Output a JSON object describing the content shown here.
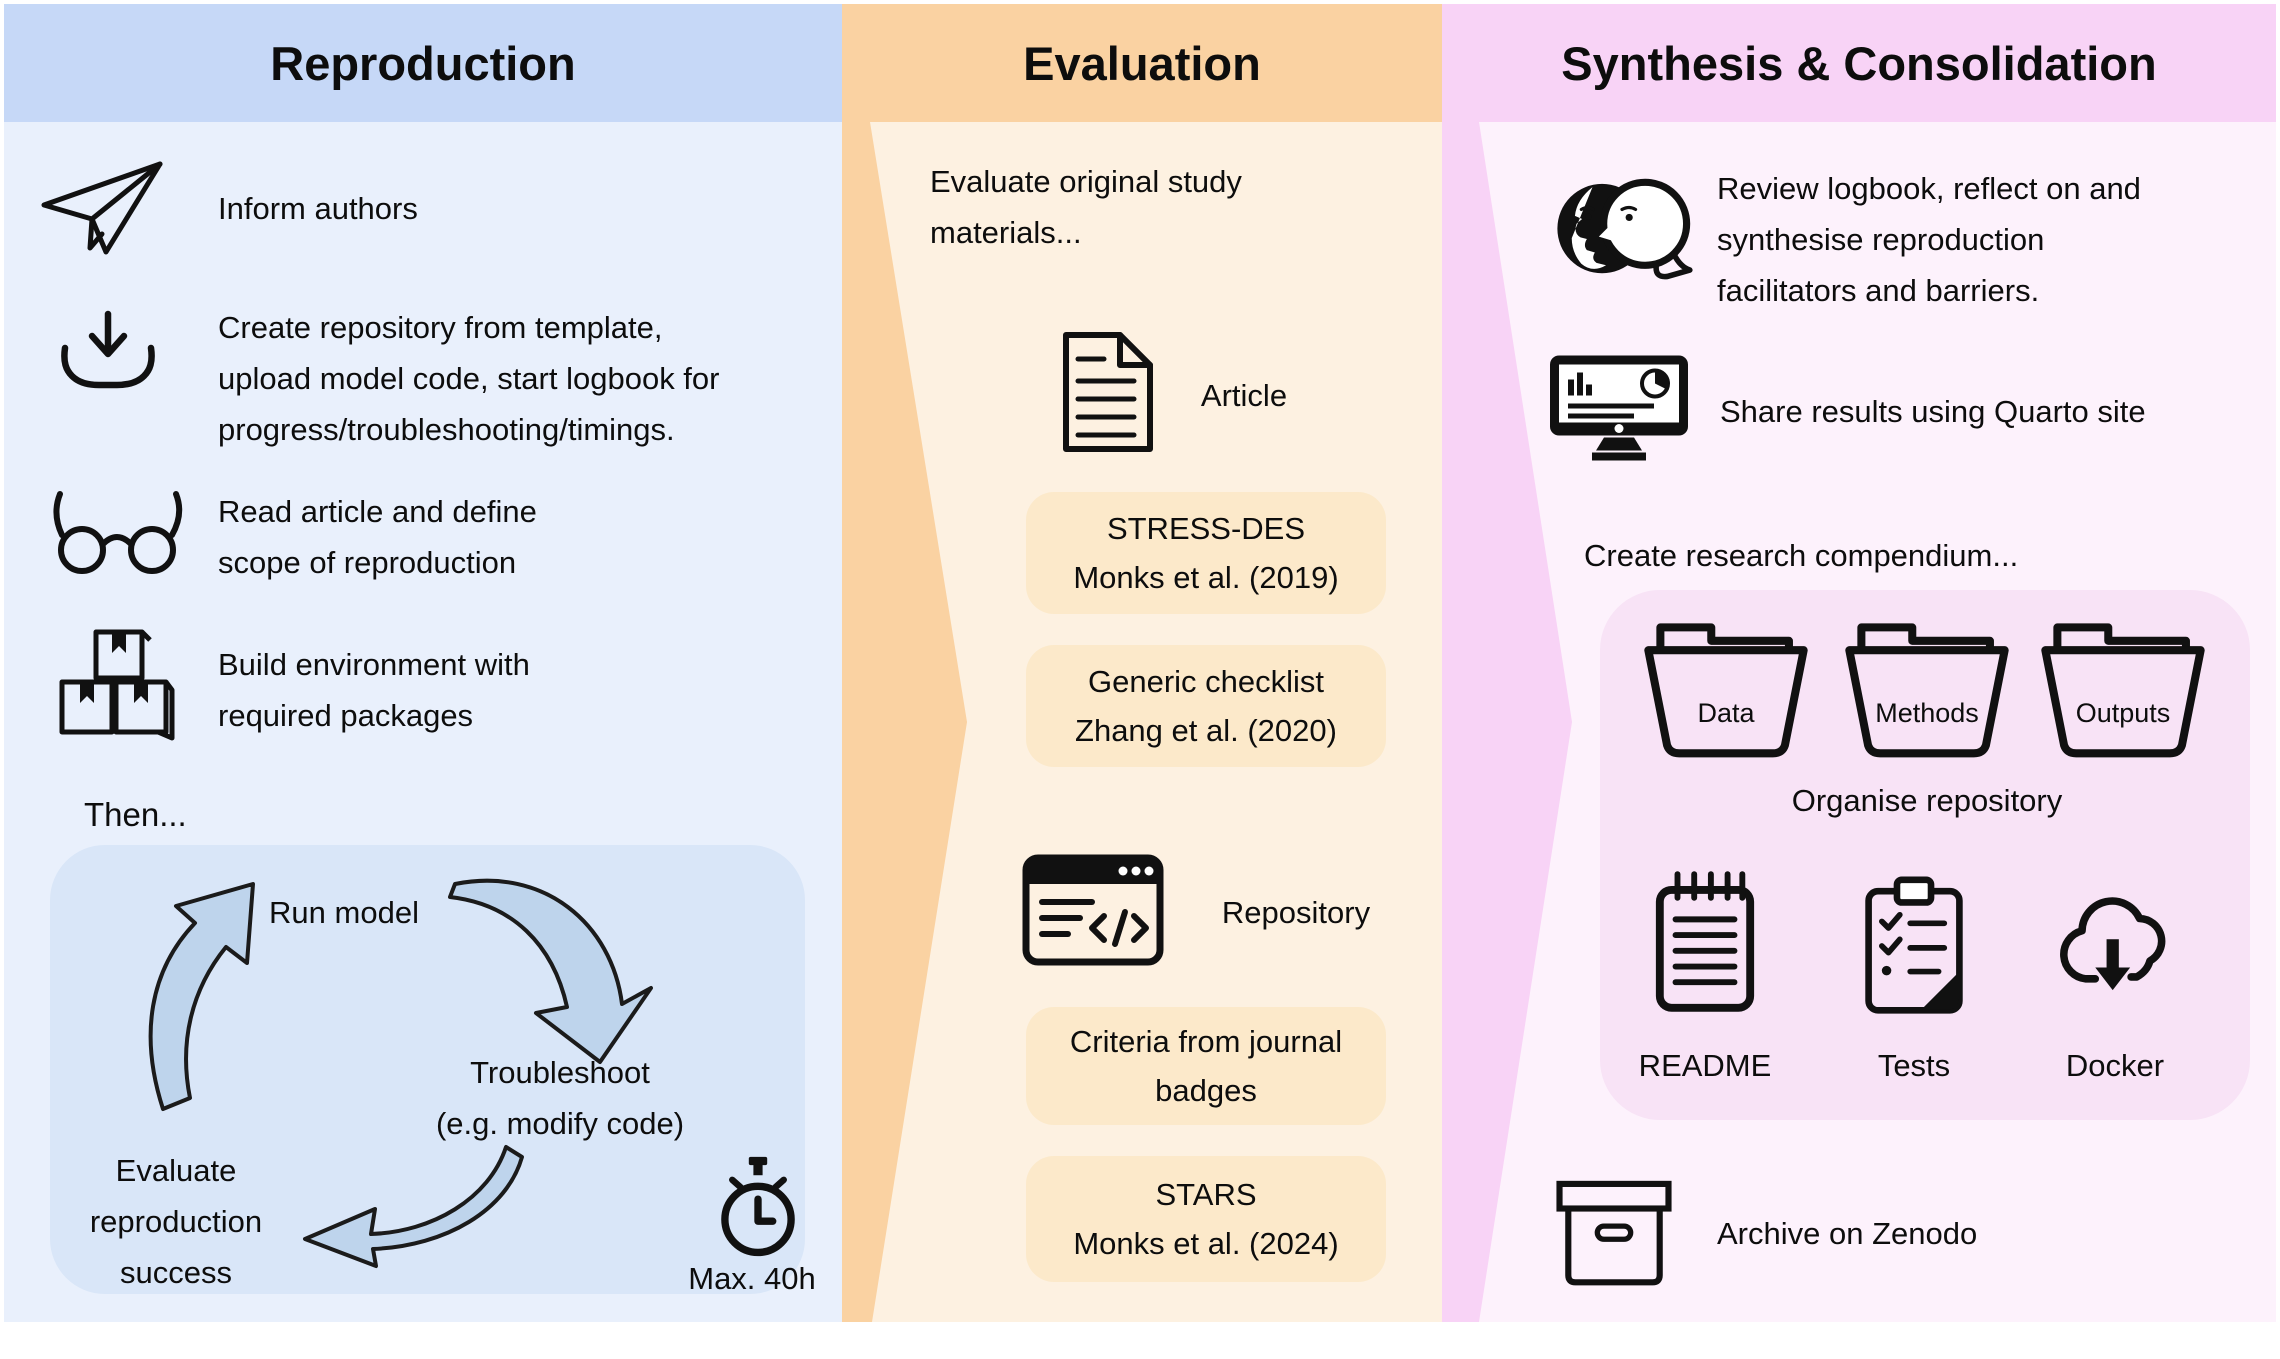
{
  "reproduction": {
    "title": "Reproduction",
    "items": [
      {
        "icon": "paper-plane-icon",
        "lines": [
          "Inform authors"
        ]
      },
      {
        "icon": "download-icon",
        "lines": [
          "Create repository from template,",
          "upload model code, start logbook for",
          "progress/troubleshooting/timings."
        ]
      },
      {
        "icon": "glasses-icon",
        "lines": [
          "Read article and define",
          "scope of reproduction"
        ]
      },
      {
        "icon": "packages-icon",
        "lines": [
          "Build environment with",
          "required packages"
        ]
      }
    ],
    "then_label": "Then...",
    "cycle": {
      "run_label": "Run model",
      "troubleshoot_line1": "Troubleshoot",
      "troubleshoot_line2": "(e.g. modify code)",
      "evaluate_line1": "Evaluate",
      "evaluate_line2": "reproduction",
      "evaluate_line3": "success",
      "timer_icon": "stopwatch-icon",
      "timer_label": "Max. 40h"
    }
  },
  "evaluation": {
    "title": "Evaluation",
    "intro_line1": "Evaluate original study",
    "intro_line2": "materials...",
    "article": {
      "icon": "document-icon",
      "label": "Article"
    },
    "repository": {
      "icon": "code-repository-icon",
      "label": "Repository"
    },
    "badges": [
      {
        "line1": "STRESS-DES",
        "line2": "Monks et al. (2019)"
      },
      {
        "line1": "Generic checklist",
        "line2": "Zhang et al. (2020)"
      },
      {
        "line1": "Criteria from journal",
        "line2": "badges"
      },
      {
        "line1": "STARS",
        "line2": "Monks et al. (2024)"
      }
    ]
  },
  "synthesis": {
    "title": "Synthesis & Consolidation",
    "review": {
      "icon": "two-heads-icon",
      "line1": "Review logbook, reflect on and",
      "line2": "synthesise reproduction",
      "line3": "facilitators and barriers."
    },
    "share": {
      "icon": "monitor-chart-icon",
      "label": "Share results using Quarto site"
    },
    "compendium_heading": "Create research compendium...",
    "folders": [
      "Data",
      "Methods",
      "Outputs"
    ],
    "organise_label": "Organise repository",
    "artifacts": [
      {
        "icon": "notepad-icon",
        "label": "README"
      },
      {
        "icon": "clipboard-checklist-icon",
        "label": "Tests"
      },
      {
        "icon": "cloud-download-icon",
        "label": "Docker"
      }
    ],
    "archive": {
      "icon": "archive-box-icon",
      "label": "Archive on Zenodo"
    }
  },
  "colors": {
    "blue_header": "#c6d8f7",
    "blue_body": "#e9f0fc",
    "blue_panel": "#d9e6f8",
    "arrow_fill": "#bed4ec",
    "orange_bg": "#fad2a2",
    "orange_panel": "#fdf1e1",
    "orange_badge": "#fce9ca",
    "pink_bg": "#f8d3f6",
    "pink_panel": "#fdf2fc",
    "pink_inner": "#f8e3f6",
    "ink": "#0d0d0d"
  }
}
